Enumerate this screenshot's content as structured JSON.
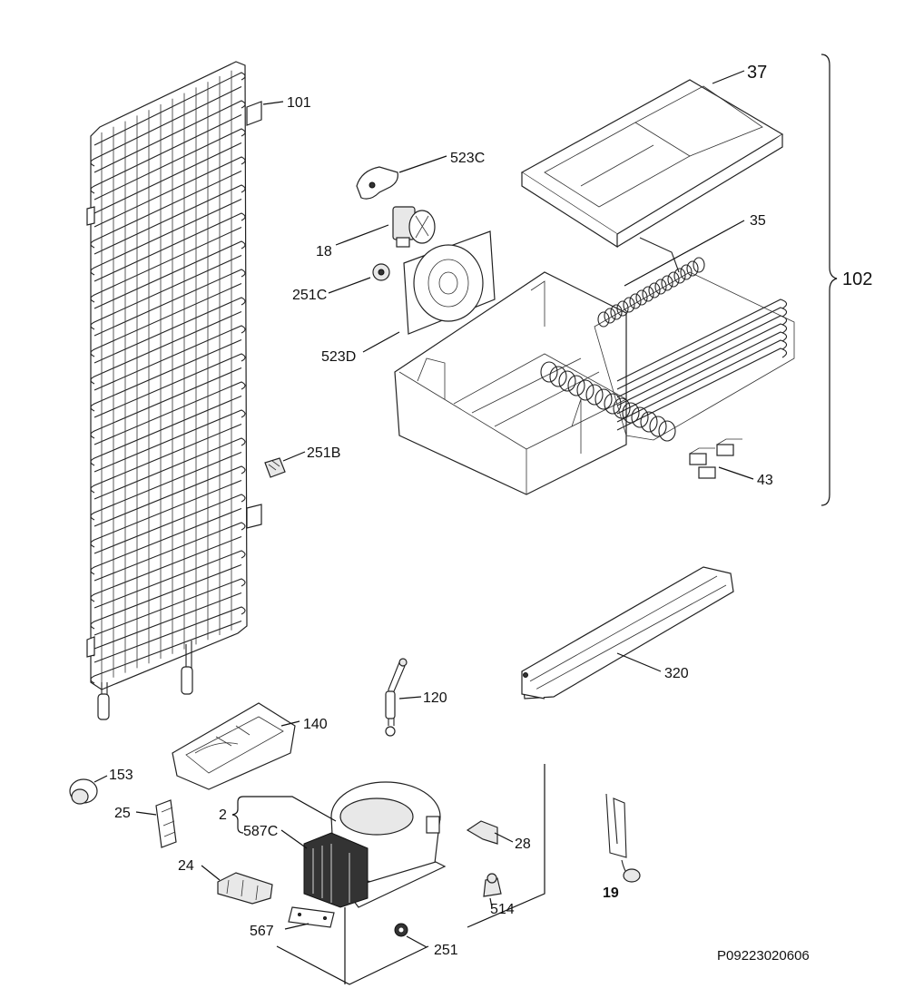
{
  "diagram": {
    "reference_code": "P09223020606",
    "labels": {
      "l101": "101",
      "l37": "37",
      "l523C": "523C",
      "l18": "18",
      "l35": "35",
      "l102": "102",
      "l251C": "251C",
      "l523D": "523D",
      "l251B": "251B",
      "l43": "43",
      "l320": "320",
      "l120": "120",
      "l140": "140",
      "l153": "153",
      "l25": "25",
      "l2": "2",
      "l587C": "587C",
      "l28": "28",
      "l24": "24",
      "l514": "514",
      "l19": "19",
      "l567": "567",
      "l251": "251"
    }
  }
}
